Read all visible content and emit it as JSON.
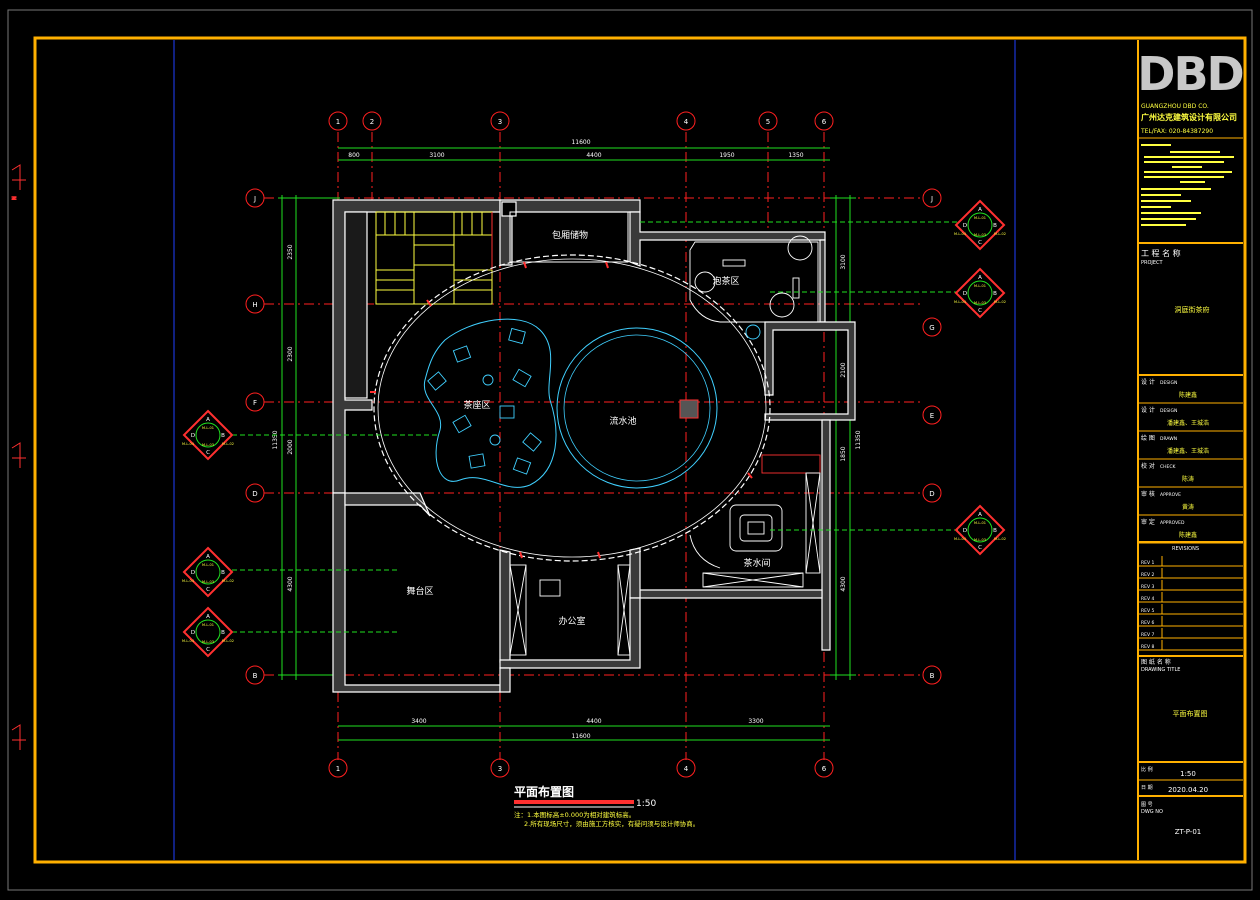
{
  "colors": {
    "background": "#000000",
    "border": "#ffb000",
    "wall": "#ffffff",
    "grid_line": "#ff2020",
    "dimension": "#20e020",
    "text": "#ffffff",
    "text_yellow": "#ffff40",
    "furniture": "#40d0ff",
    "stair": "#ffff40",
    "elevation_marker": "#ff3030"
  },
  "logo": {
    "text": "DBD",
    "company_en": "GUANGZHOU DBD CO.",
    "company_cn": "广州达克建筑设计有限公司",
    "phone": "TEL/FAX: 020-84387290"
  },
  "title_block": {
    "project_label": "工 程 名 称",
    "project_sub": "PROJECT",
    "project_name": "洞庭街茶府",
    "rows": [
      {
        "label": "设 计",
        "sub": "DESIGN",
        "value": "陈建鑫"
      },
      {
        "label": "设 计",
        "sub": "DESIGN",
        "value": "潘建鑫、王城浩"
      },
      {
        "label": "绘 图",
        "sub": "DRAWN",
        "value": "潘建鑫、王城浩"
      },
      {
        "label": "校 对",
        "sub": "CHECK",
        "value": "陈涛"
      },
      {
        "label": "审 核",
        "sub": "APPROVE",
        "value": "黄涛"
      },
      {
        "label": "审 定",
        "sub": "APPROVED",
        "value": "陈建鑫"
      }
    ],
    "revisions_header": "REVISIONS",
    "revisions": [
      "REV 1",
      "REV 2",
      "REV 3",
      "REV 4",
      "REV 5",
      "REV 6",
      "REV 7",
      "REV 8"
    ],
    "drawing_title_label": "图 纸 名 称",
    "drawing_title_sub": "DRAWING TITLE",
    "drawing_title": "平面布置图",
    "scale_label": "比 例",
    "scale": "1:50",
    "date_label": "日 期",
    "date": "2020.04.20",
    "number_label": "图 号",
    "number_sub": "DWG NO",
    "number": "ZT-P-01"
  },
  "plan": {
    "title": "平面布置图",
    "scale": "1:50",
    "notes": [
      "注：1.本图标高±0.000为相对建筑标高。",
      "2.所有现场尺寸，须由施工方核实，有疑问须与设计师协商。"
    ],
    "top_axes": [
      "1",
      "2",
      "3",
      "4",
      "5",
      "6"
    ],
    "bottom_axes": [
      "1",
      "3",
      "4",
      "6"
    ],
    "left_axes": [
      "J",
      "H",
      "F",
      "D",
      "B"
    ],
    "right_axes": [
      "J",
      "G",
      "E",
      "D",
      "B"
    ],
    "dims_top_total": "11600",
    "dims_top": [
      "800",
      "3100",
      "4400",
      "1950",
      "1350"
    ],
    "dims_bottom_total": "11600",
    "dims_bottom": [
      "3400",
      "4400",
      "3300"
    ],
    "dims_left_total": "11350",
    "dims_left": [
      "2350",
      "2300",
      "2000",
      "4300"
    ],
    "dims_right_total": "11350",
    "dims_right": [
      "3100",
      "2100",
      "1850",
      "4300"
    ],
    "rooms": {
      "storage": "包厢储物",
      "lounge": "茶座区",
      "pool": "流水池",
      "tea": "泡茶区",
      "stage": "舞台区",
      "office": "办公室",
      "tearoom": "茶水间"
    },
    "marker_letters": [
      "A",
      "B",
      "C",
      "D"
    ],
    "marker_codes": [
      "M-L-01",
      "M-L-02",
      "M-L-03",
      "M-L-04"
    ]
  }
}
